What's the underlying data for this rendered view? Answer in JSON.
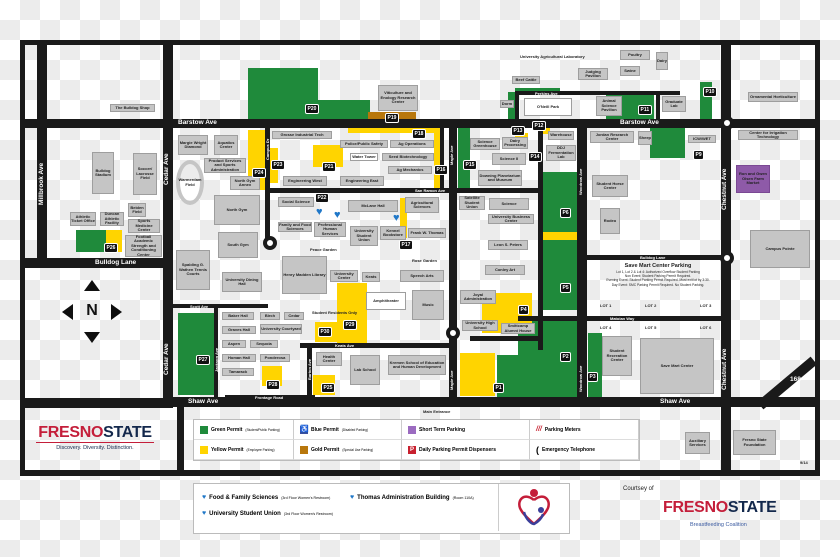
{
  "colors": {
    "green_permit": "#1f8a3b",
    "yellow_permit": "#ffd400",
    "gold_permit": "#b8770c",
    "blue_permit": "#3a4fa0",
    "short_term": "#9b6bc0",
    "daily_dispenser": "#c8202f",
    "road": "#1a1a1a",
    "building": "#c5c5c5",
    "brand_red": "#c41e3a",
    "brand_blue": "#13284c"
  },
  "streets": {
    "barstow": "Barstow Ave",
    "shaw": "Shaw Ave",
    "cedar": "Cedar Ave",
    "chestnut": "Chestnut Ave",
    "millbrook": "Millbrook Ave",
    "bulldog_lane": "Bulldog Lane",
    "maple": "Maple Ave",
    "woodrow": "Woodrow Ave",
    "san_ramon": "San Ramon Ave",
    "matoian": "Matoian Way",
    "keats": "Keats Ave",
    "barton": "Barton Ave",
    "campus_dr": "Campus Dr",
    "perkins": "Perkins Ave",
    "frontage": "Frontage Road",
    "scott": "Scott Ave",
    "jackson": "Jackson Ave",
    "highway": "168"
  },
  "buildings": [
    "The Bulldog Shop",
    "Bulldog Stadium",
    "Soccer/ Lacrosse Field",
    "Beiden Field",
    "Athletic Ticket Office",
    "Duncan Athletic Facility",
    "Sports Medicine Center",
    "Football Academic Strength and Conditioning Center",
    "Margie Wright Diamond",
    "Aquatics Center",
    "Product Services and Sports Administration",
    "North Gym Annex",
    "Warmerdam Field",
    "North Gym",
    "South Gym",
    "Spalding G. Wathen Tennis Courts",
    "University Dining Hall",
    "Henry Madden Library",
    "Social Science",
    "Family and Food Sciences",
    "Professional Human Services",
    "McLane Hall",
    "University Student Union",
    "Kennel Bookstore",
    "Agricultural Sciences",
    "Frank W. Thomas",
    "Satellite Student Union",
    "Science",
    "Leon S. Peters",
    "Conley Art",
    "Joyal Administration",
    "University High School",
    "Smittcamp Alumni House",
    "Speech Arts",
    "Music",
    "Amphitheater",
    "University Center",
    "Keats",
    "Lab School",
    "Kremen School of Education and Human Development",
    "Health Center",
    "Baker Hall",
    "Graves Hall",
    "Homan Hall",
    "University Courtyard",
    "Aspen",
    "Birch",
    "Cedar",
    "Sequoia",
    "Ponderosa",
    "Tamarack",
    "Grosse Industrial Tech",
    "Engineering West",
    "Engineering East",
    "Police/Public Safety",
    "Ag Operations",
    "Ag Mechanics",
    "Seed Biotechnology",
    "Water Tower",
    "Viticulture and Enology Research Center",
    "Science Greenhouse",
    "Dairy Processing",
    "Science II",
    "Downing Planetarium and Museum",
    "DDJ Fermentation Lab",
    "Warehouse",
    "Jordan Research Center",
    "Sheep",
    "ICW/WET",
    "Center for Irrigation Technology",
    "Ron and Gwen Olsen Farm Market",
    "Ornamental Horticulture",
    "Campus Pointe",
    "Student Horse Center",
    "Rodeo",
    "Student Recreation Center",
    "Save Mart Center",
    "Fresno State Foundation",
    "Auxiliary Services",
    "Poultry",
    "Dairy",
    "Beef Cattle",
    "Judging Pavilion",
    "Swine",
    "Animal Science Pavilion",
    "Graduate Lab",
    "O'Neill Park",
    "Dorm",
    "University Business Center"
  ],
  "parking_lots": [
    "P1",
    "P2",
    "P3",
    "P4",
    "P5",
    "P6",
    "P9",
    "P10",
    "P11",
    "P12",
    "P13",
    "P14",
    "P15",
    "P16",
    "P17",
    "P18",
    "P19",
    "P20",
    "P21",
    "P22",
    "P23",
    "P24",
    "P26",
    "P27",
    "P28",
    "P29",
    "P30",
    "P25"
  ],
  "map_labels": {
    "ag_lab": "University Agricultural Laboratory",
    "peace_garden": "Peace Garden",
    "rose_garden": "Rose Garden",
    "main_entrance": "Main Entrance",
    "student_residents": "Student Residents Only",
    "compass": "N",
    "version": "9/14",
    "savemart_parking_title": "Save Mart Center Parking",
    "savemart_parking_lines": [
      "Lot 1, Lot 2 & Lot 4: Authorized Overflow Student Parking",
      "Non Event: Student Parking Permit Required.",
      "Evening Event: Student Parking Permit Required. Must exit lot by 3:30.",
      "Day Event: SMC Parking Permit Required. No Student Parking."
    ],
    "lots": [
      "LOT 1",
      "LOT 2",
      "LOT 3",
      "LOT 4",
      "LOT 5",
      "LOT 6"
    ]
  },
  "legend": [
    {
      "label": "Green Permit",
      "note": "(Student/Public Parking)",
      "icon": "green-square",
      "color": "#1f8a3b"
    },
    {
      "label": "Blue Permit",
      "note": "(Disabled Parking)",
      "icon": "wheelchair-icon",
      "color": "#3a4fa0"
    },
    {
      "label": "Short Term Parking",
      "note": "",
      "icon": "purple-square",
      "color": "#9b6bc0"
    },
    {
      "label": "Parking Meters",
      "note": "",
      "icon": "meter-hatch-icon",
      "color": "#c8202f"
    },
    {
      "label": "Yellow Permit",
      "note": "(Employee Parking)",
      "icon": "yellow-square",
      "color": "#ffd400"
    },
    {
      "label": "Gold Permit",
      "note": "(Special Use Parking)",
      "icon": "gold-square",
      "color": "#b8770c"
    },
    {
      "label": "Daily Parking Permit Dispensers",
      "note": "",
      "icon": "permit-dispenser-icon",
      "color": "#c8202f"
    },
    {
      "label": "Emergency Telephone",
      "note": "",
      "icon": "telephone-icon",
      "color": "#111111"
    }
  ],
  "logo": {
    "fresno": "FRESNO",
    "state": "STATE",
    "tagline": "Discovery. Diversity. Distinction."
  },
  "lactation_rooms": [
    {
      "name": "Food & Family Sciences",
      "note": "(3rd Floor Women's Restroom)"
    },
    {
      "name": "University Student Union",
      "note": "(3rd Floor Women's Restroom)"
    },
    {
      "name": "Thomas Administration Building",
      "note": "(Room 110A)"
    }
  ],
  "courtesy": {
    "label": "Courtsey of",
    "fresno": "FRESNO",
    "state": "STATE",
    "subtitle": "Breastfeeding Coalition"
  }
}
